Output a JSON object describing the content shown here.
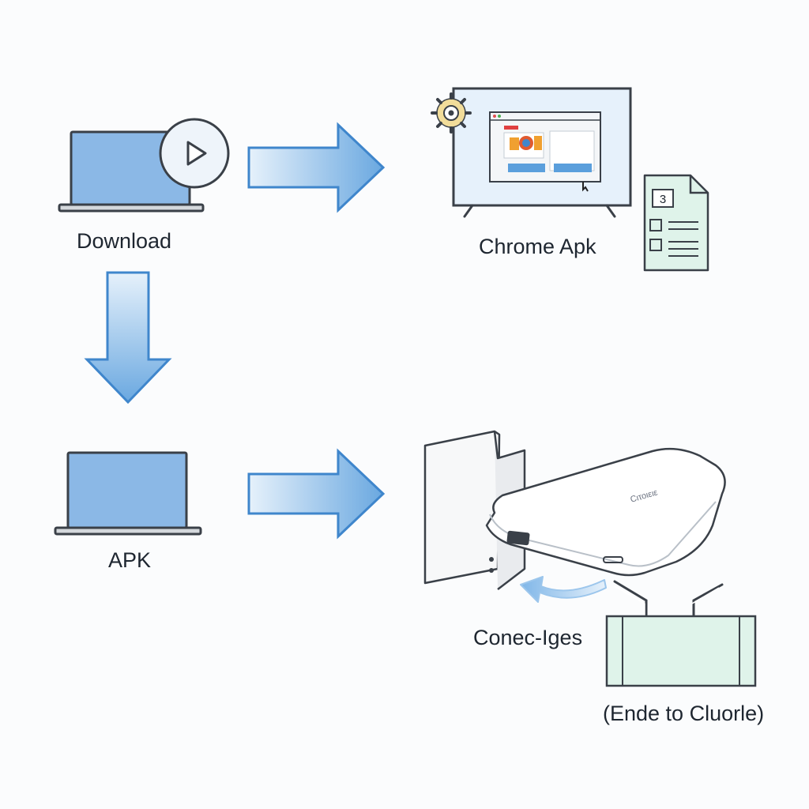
{
  "labels": {
    "download": "Download",
    "chrome_apk": "Chrome Apk",
    "apk": "APK",
    "connect": "Conec-Iges",
    "end": "(Ende to Cluorle)"
  },
  "device_text": "Cιτοιειε",
  "doc_number": "3",
  "icons": [
    "laptop-icon",
    "play-icon",
    "monitor-icon",
    "browser-window-icon",
    "gear-icon",
    "document-checklist-icon",
    "laptop-icon",
    "router-icon",
    "drive-icon",
    "cable-box-icon",
    "arrow-right",
    "arrow-down",
    "curved-arrow"
  ],
  "colors": {
    "arrow_blue": "#5b9fdc",
    "screen_blue": "#8bb8e6",
    "outline": "#3a4048",
    "panel_mint": "#dff3ea"
  }
}
